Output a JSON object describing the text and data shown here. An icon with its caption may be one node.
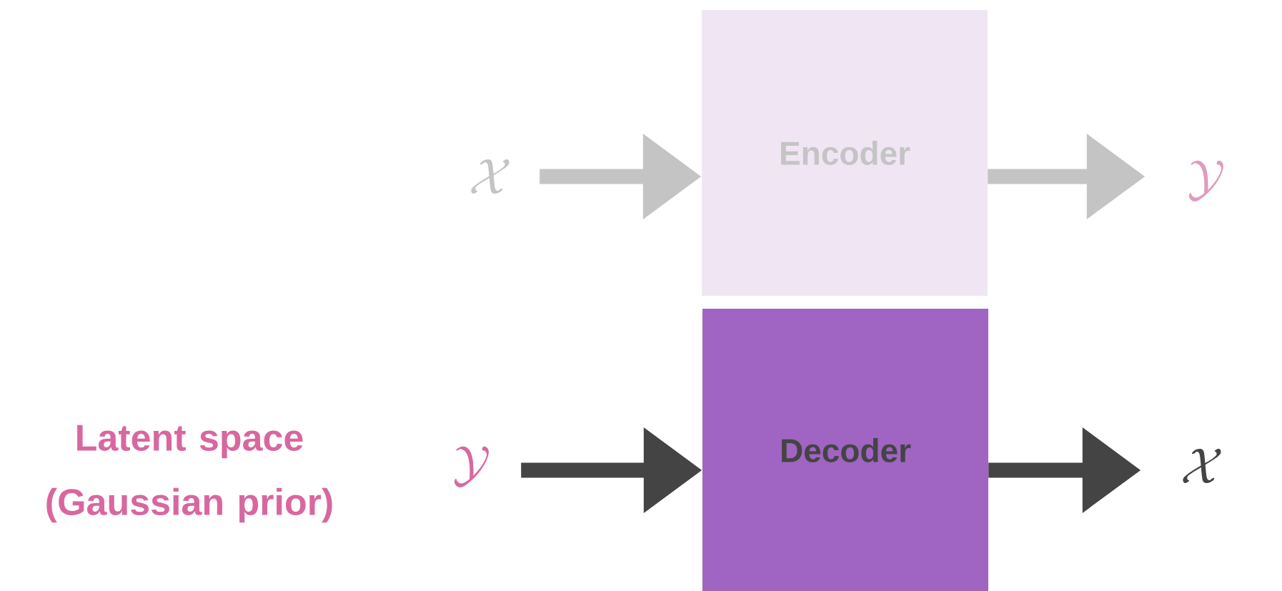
{
  "diagram": {
    "nodes": [
      {
        "text": [
          "\\mathcal{X}"
        ]
      },
      {
        "text": [
          "Encoder"
        ]
      },
      {
        "text": [
          "\\mathcal{Y}"
        ]
      },
      {
        "text": [
          "\\mathcal{Y}"
        ]
      },
      {
        "text": [
          "Decoder"
        ]
      },
      {
        "text": [
          "\\mathcal{X}"
        ]
      }
    ],
    "edges": [
      {
        "from": 0,
        "to": 1,
        "arrow": "to",
        "color": "#c4c4c4"
      },
      {
        "from": 1,
        "to": 2,
        "arrow": "to",
        "color": "#c4c4c4"
      },
      {
        "from": 3,
        "to": 4,
        "arrow": "to",
        "color": "#444444"
      },
      {
        "from": 4,
        "to": 5,
        "arrow": "to",
        "color": "#444444"
      }
    ],
    "labels": [
      "Latent space (Gaussian prior)"
    ]
  }
}
